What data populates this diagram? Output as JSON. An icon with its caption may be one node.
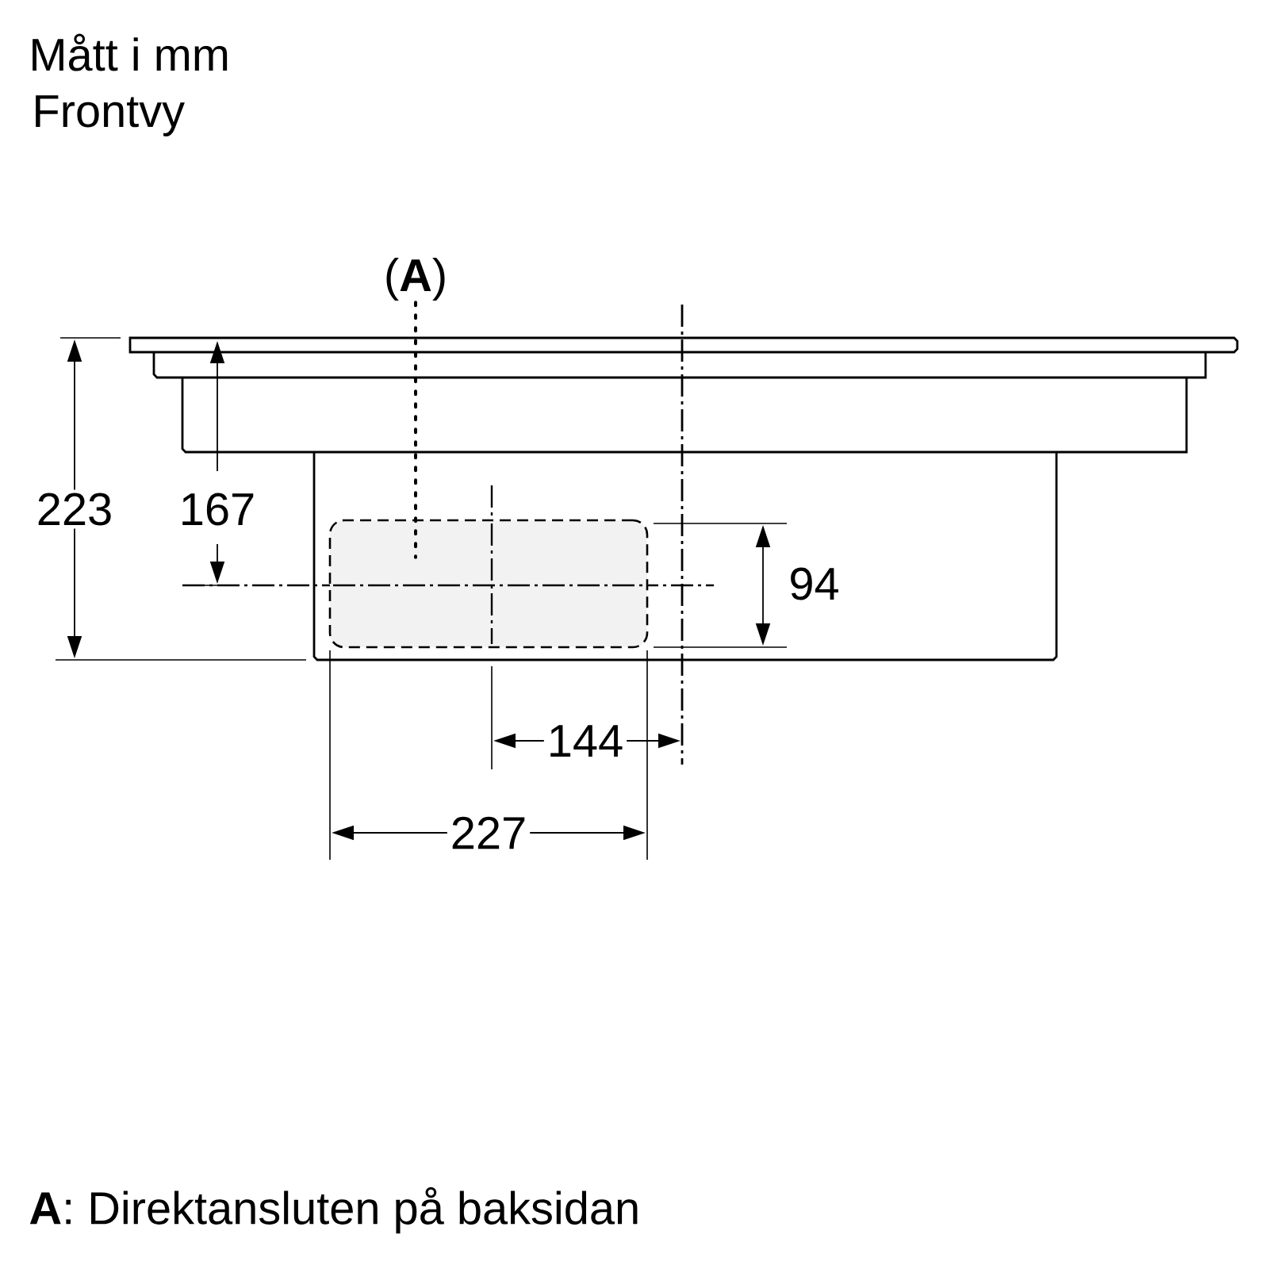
{
  "diagram": {
    "title": "Mått i mm",
    "caption": "**A**: Direktansluten på baksidan",
    "nodes": [
      {
        "text": [
          "(**A**)"
        ]
      },
      {
        "text": [],
        "shape": "box"
      }
    ],
    "edges": [
      {
        "from": 0,
        "to": 1,
        "arrow": "none"
      }
    ],
    "labels": [
      "Frontvy",
      "223",
      "167",
      "94",
      "144",
      "227"
    ]
  }
}
